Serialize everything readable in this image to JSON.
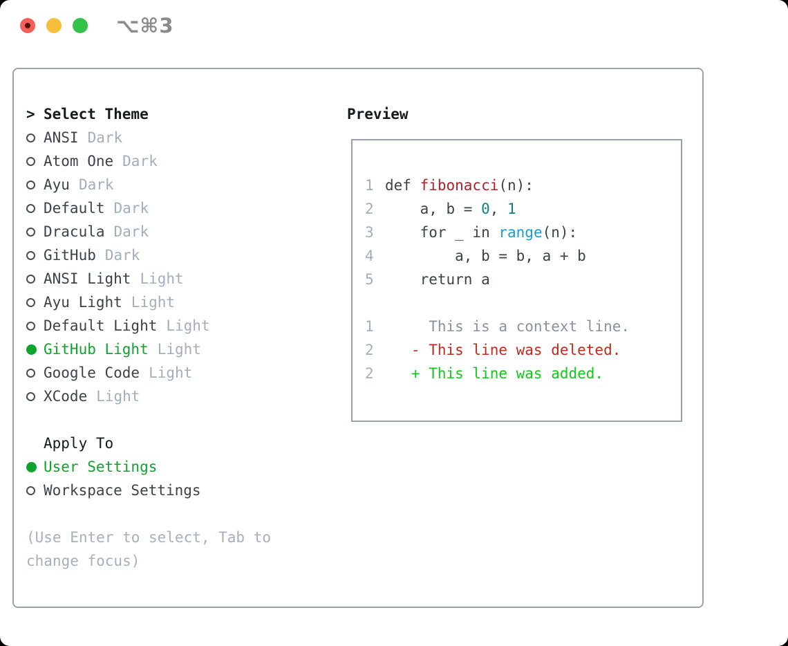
{
  "window": {
    "title": "⌥⌘3"
  },
  "colors": {
    "accent_green": "#0da32e",
    "added_green": "#12c81a",
    "deleted_red": "#c5291c",
    "function_red": "#ab2328",
    "number_teal": "#0d7f87",
    "builtin_blue": "#189dd8",
    "text_dark": "#3c4248",
    "heading_black": "#17191c",
    "muted_gray": "#a4aebb",
    "context_gray": "#8a929c",
    "border_gray": "#9aa1a9",
    "title_gray": "#8a8a8f",
    "traffic_red": "#f2605a",
    "traffic_yellow": "#f7bf3e",
    "traffic_green": "#33c248"
  },
  "theme_picker": {
    "header": {
      "prefix": ">",
      "label": "Select Theme"
    },
    "items": [
      {
        "name": "ANSI",
        "tag": "Dark",
        "selected": false
      },
      {
        "name": "Atom One",
        "tag": "Dark",
        "selected": false
      },
      {
        "name": "Ayu",
        "tag": "Dark",
        "selected": false
      },
      {
        "name": "Default",
        "tag": "Dark",
        "selected": false
      },
      {
        "name": "Dracula",
        "tag": "Dark",
        "selected": false
      },
      {
        "name": "GitHub",
        "tag": "Dark",
        "selected": false
      },
      {
        "name": "ANSI Light",
        "tag": "Light",
        "selected": false
      },
      {
        "name": "Ayu Light",
        "tag": "Light",
        "selected": false
      },
      {
        "name": "Default Light",
        "tag": "Light",
        "selected": false
      },
      {
        "name": "GitHub Light",
        "tag": "Light",
        "selected": true
      },
      {
        "name": "Google Code",
        "tag": "Light",
        "selected": false
      },
      {
        "name": "XCode",
        "tag": "Light",
        "selected": false
      }
    ],
    "apply_to": {
      "label": "Apply To",
      "options": [
        {
          "name": "User Settings",
          "selected": true
        },
        {
          "name": "Workspace Settings",
          "selected": false
        }
      ]
    },
    "hint": "(Use Enter to select, Tab to change focus)"
  },
  "preview": {
    "label": "Preview",
    "lines": [
      {
        "num": "1",
        "tokens": [
          {
            "text": "def ",
            "style": "plain"
          },
          {
            "text": "fibonacci",
            "style": "function"
          },
          {
            "text": "(n):",
            "style": "plain"
          }
        ]
      },
      {
        "num": "2",
        "tokens": [
          {
            "text": "    a, b = ",
            "style": "plain"
          },
          {
            "text": "0",
            "style": "number"
          },
          {
            "text": ", ",
            "style": "plain"
          },
          {
            "text": "1",
            "style": "number"
          }
        ]
      },
      {
        "num": "3",
        "tokens": [
          {
            "text": "    for _ in ",
            "style": "plain"
          },
          {
            "text": "range",
            "style": "builtin"
          },
          {
            "text": "(n):",
            "style": "plain"
          }
        ]
      },
      {
        "num": "4",
        "tokens": [
          {
            "text": "        a, b = b, a + b",
            "style": "plain"
          }
        ]
      },
      {
        "num": "5",
        "tokens": [
          {
            "text": "    return a",
            "style": "plain"
          }
        ]
      },
      {
        "num": "",
        "tokens": []
      },
      {
        "num": "1",
        "tokens": [
          {
            "text": "     This is a context line.",
            "style": "context"
          }
        ]
      },
      {
        "num": "2",
        "tokens": [
          {
            "text": "   - This line was deleted.",
            "style": "deleted"
          }
        ]
      },
      {
        "num": "2",
        "tokens": [
          {
            "text": "   + This line was added.",
            "style": "added"
          }
        ]
      }
    ]
  }
}
